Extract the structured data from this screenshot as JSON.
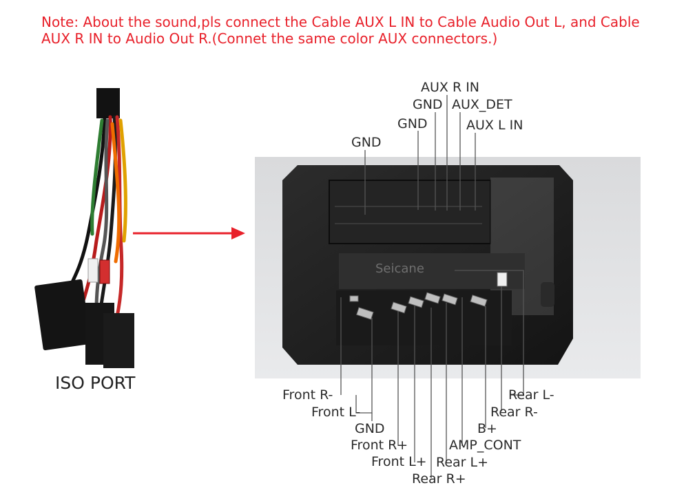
{
  "note": {
    "line1": "Note: About the sound,pls connect the Cable AUX L IN to Cable Audio Out L, and Cable",
    "line2": "AUX R IN to  Audio Out R.(Connet the same color AUX connectors.)"
  },
  "iso_port_label": "ISO PORT",
  "top_labels": {
    "aux_r_in": "AUX R IN",
    "gnd_2": "GND",
    "aux_det": "AUX_DET",
    "gnd_1": "GND",
    "aux_l_in": "AUX L IN",
    "gnd_0": "GND"
  },
  "bottom_labels": {
    "front_r_minus": "Front R-",
    "front_l_minus": "Front L-",
    "gnd": "GND",
    "front_r_plus": "Front R+",
    "front_l_plus": "Front L+",
    "rear_r_plus": "Rear R+",
    "rear_l_plus": "Rear L+",
    "amp_cont": "AMP_CONT",
    "b_plus": "B+",
    "rear_r_minus": "Rear R-",
    "rear_l_minus": "Rear L-"
  },
  "watermark": "Seicane",
  "colors": {
    "note": "#e8202a",
    "arrow": "#e8202a",
    "housing": "#1e1e1e"
  }
}
